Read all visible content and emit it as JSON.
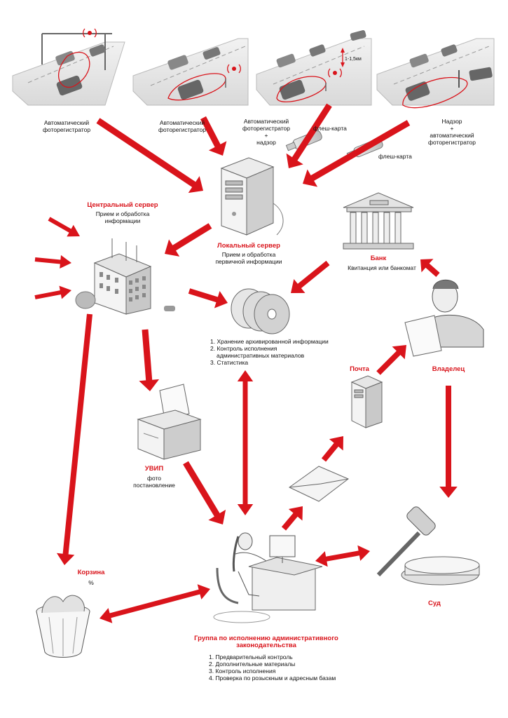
{
  "colors": {
    "arrow": "#d9141b",
    "title": "#d9141b",
    "sketch": "#555555"
  },
  "cameras": [
    {
      "label": "Автоматический фотoрегистратор"
    },
    {
      "label": "Автоматический фоторегистратор"
    },
    {
      "label_lines": [
        "Автоматический",
        "фоторегистратор",
        "+",
        "надзор"
      ],
      "distance": "1-1,5км"
    },
    {
      "label_lines": [
        "Надзор",
        "+",
        "автоматический",
        "фоторегистратор"
      ]
    }
  ],
  "flash_cards": [
    "флеш-карта",
    "флеш-карта"
  ],
  "central_server": {
    "title": "Центральный сервер",
    "subtitle": "Прием и обработка информации"
  },
  "local_server": {
    "title": "Локальный сервер",
    "subtitle": "Прием и обработка первичной информации"
  },
  "bank": {
    "title": "Банк",
    "subtitle": "Квитанция или банкомат"
  },
  "archive": {
    "items": [
      "1. Хранение архивированной информации",
      "2. Контроль исполнения",
      "административных материалов",
      "3. Статистика"
    ]
  },
  "post": {
    "title": "Почта"
  },
  "owner": {
    "title": "Владелец"
  },
  "printer": {
    "title": "УВИП",
    "subtitle_lines": [
      "фото",
      "постановление"
    ]
  },
  "trash": {
    "title": "Корзина",
    "subtitle": "%"
  },
  "court": {
    "title": "Суд"
  },
  "group": {
    "title_lines": [
      "Группа по исполнению административного",
      "законодательства"
    ],
    "items": [
      "1. Предварительный контроль",
      "2. Дополнительные материалы",
      "3. Контроль исполнения",
      "4. Проверка по розыскным и адресным базам"
    ]
  },
  "icons": [
    "camera-scene-icon",
    "flash-drive-icon",
    "server-tower-icon",
    "office-building-icon",
    "bank-icon",
    "cd-discs-icon",
    "printer-icon",
    "envelope-icon",
    "post-computer-icon",
    "owner-person-icon",
    "gavel-icon",
    "trash-bin-icon",
    "operator-at-desk-icon"
  ]
}
